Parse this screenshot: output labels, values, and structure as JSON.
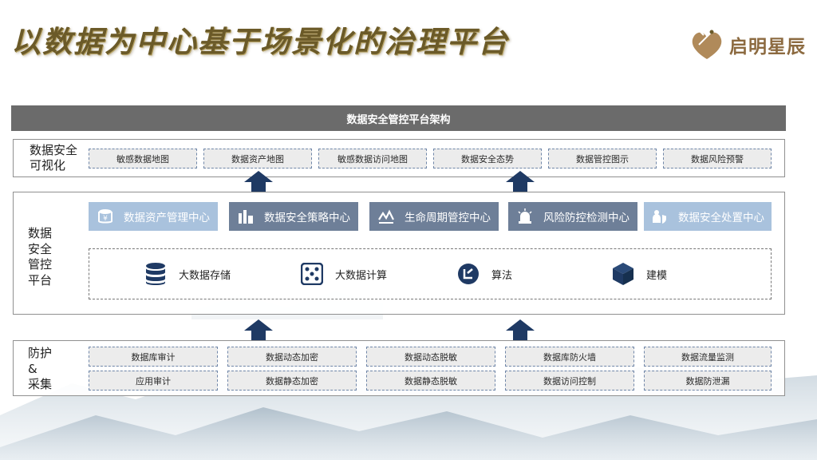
{
  "title": "以数据为中心基于场景化的治理平台",
  "logo": {
    "text": "启明星辰"
  },
  "header": "数据安全管控平台架构",
  "visualization": {
    "label": "数据安全可视化",
    "items": [
      "敏感数据地图",
      "数据资产地图",
      "敏感数据访问地图",
      "数据安全态势",
      "数据管控图示",
      "数据风险预警"
    ]
  },
  "platform": {
    "label": "数据安全管控平台",
    "centers": [
      {
        "label": "数据资产管理中心",
        "icon": "database-yen-icon",
        "style": "light"
      },
      {
        "label": "数据安全策略中心",
        "icon": "building-chart-icon",
        "style": "dark"
      },
      {
        "label": "生命周期管控中心",
        "icon": "lifecycle-wave-icon",
        "style": "dark"
      },
      {
        "label": "风险防控检测中心",
        "icon": "alarm-siren-icon",
        "style": "dark"
      },
      {
        "label": "数据安全处置中心",
        "icon": "shield-person-icon",
        "style": "light"
      }
    ],
    "base": [
      {
        "label": "大数据存储",
        "icon": "database-stack-icon"
      },
      {
        "label": "大数据计算",
        "icon": "dice-grid-icon"
      },
      {
        "label": "算法",
        "icon": "algorithm-badge-icon"
      },
      {
        "label": "建模",
        "icon": "cube-icon"
      }
    ]
  },
  "protection": {
    "label": "防护&采集",
    "label_lines": [
      "防护",
      "&",
      "采集"
    ],
    "row1": [
      "数据库审计",
      "数据动态加密",
      "数据动态脱敏",
      "数据库防火墙",
      "数据流量监测"
    ],
    "row2": [
      "应用审计",
      "数据静态加密",
      "数据静态脱敏",
      "数据访问控制",
      "数据防泄漏"
    ]
  },
  "colors": {
    "header_bg": "#6b6b6b",
    "center_light": "#a9c2dd",
    "center_dark": "#6e7f98",
    "arrow": "#1f3a64",
    "title": "#6b5a28"
  }
}
